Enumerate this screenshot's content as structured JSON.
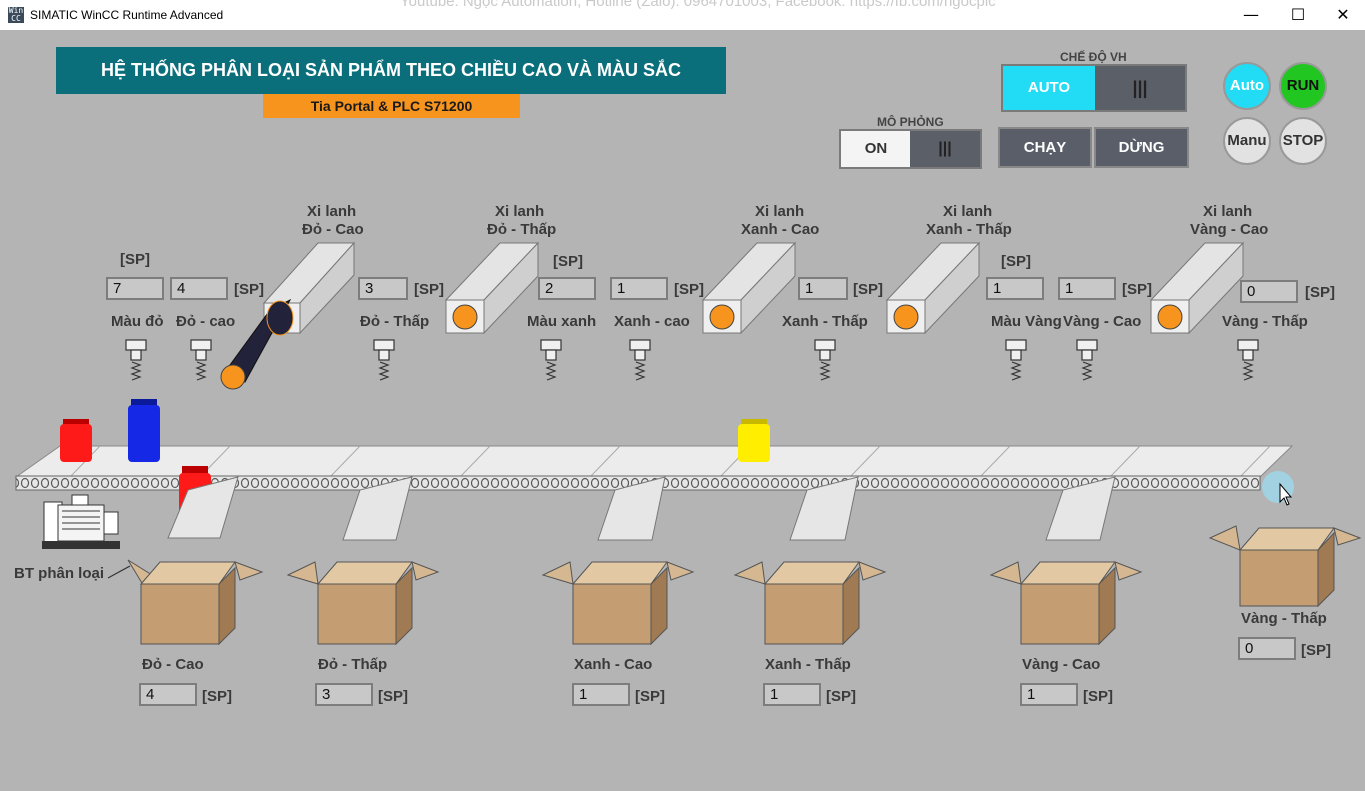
{
  "window": {
    "title": "SIMATIC WinCC Runtime Advanced",
    "overlay_text": "Youtube: Ngọc Automation, Hotline (Zalo): 0964701003, Facebook: https://fb.com/ngocplc",
    "minimize": "—",
    "maximize": "☐",
    "close": "✕",
    "icon_text": "Win CC"
  },
  "header": {
    "title": "HỆ THỐNG PHÂN LOẠI SẢN PHẨM THEO CHIỀU CAO VÀ MÀU SẮC",
    "subtitle": "Tia Portal & PLC S71200"
  },
  "controls": {
    "mode_label": "CHẾ ĐỘ VH",
    "mode_value": "AUTO",
    "mode_knob": "|||",
    "sim_label": "MÔ PHỎNG",
    "sim_value": "ON",
    "sim_knob": "|||",
    "run_btn": "CHẠY",
    "stop_btn": "DỪNG",
    "ind_auto": "Auto",
    "ind_run": "RUN",
    "ind_manu": "Manu",
    "ind_stop": "STOP"
  },
  "cylinders": [
    {
      "label_top": "Xi lanh",
      "label_bot": "Đỏ - Cao"
    },
    {
      "label_top": "Xi lanh",
      "label_bot": "Đỏ - Thấp"
    },
    {
      "label_top": "Xi lanh",
      "label_bot": "Xanh - Cao"
    },
    {
      "label_top": "Xi lanh",
      "label_bot": "Xanh - Thấp"
    },
    {
      "label_top": "Xi lanh",
      "label_bot": "Vàng - Cao"
    }
  ],
  "sensors_counts": {
    "sp": "[SP]",
    "red": "7",
    "red_high": "4",
    "red_low": "3",
    "blue": "2",
    "blue_high": "1",
    "blue_low": "1",
    "yellow": "1",
    "yellow_high": "1",
    "yellow_low": "0"
  },
  "sensor_labels": {
    "red": "Màu đỏ",
    "red_high": "Đỏ - cao",
    "red_low": "Đỏ - Thấp",
    "blue": "Màu xanh",
    "blue_high": "Xanh - cao",
    "blue_low": "Xanh - Thấp",
    "yellow": "Màu Vàng",
    "yellow_high": "Vàng - Cao",
    "yellow_low": "Vàng - Thấp"
  },
  "motor_label": "BT phân loại",
  "bins": [
    {
      "label": "Đỏ - Cao",
      "count": "4"
    },
    {
      "label": "Đỏ - Thấp",
      "count": "3"
    },
    {
      "label": "Xanh - Cao",
      "count": "1"
    },
    {
      "label": "Xanh - Thấp",
      "count": "1"
    },
    {
      "label": "Vàng - Cao",
      "count": "1"
    },
    {
      "label": "Vàng - Thấp",
      "count": "0"
    }
  ],
  "colors": {
    "header_bg": "#0b6f7b",
    "subheader_bg": "#f7941d",
    "auto_active": "#22dbf5",
    "run_active": "#21c621",
    "product_red": "#ff1a1a",
    "product_blue": "#1428e6",
    "product_yellow": "#ffee00"
  }
}
